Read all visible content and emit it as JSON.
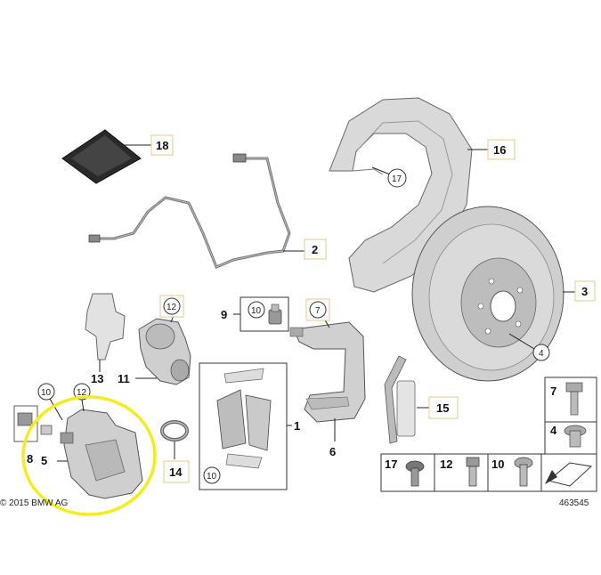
{
  "diagram": {
    "copyright": "© 2015 BMW AG",
    "image_number": "463545",
    "callouts": {
      "c18": "18",
      "c16": "16",
      "c17a": "17",
      "c2": "2",
      "c3": "3",
      "c4": "4",
      "c12a": "12",
      "c9": "9",
      "c10a": "10",
      "c7a": "7",
      "c13": "13",
      "c11": "11",
      "c15": "15",
      "c10b": "10",
      "c12b": "12",
      "c8": "8",
      "c5": "5",
      "c14": "14",
      "c1": "1",
      "c6": "6",
      "c10c": "10",
      "c7b": "7",
      "c4b": "4",
      "c17b": "17",
      "c12c": "12",
      "c10d": "10"
    },
    "highlight_color": "#f5ec1e"
  }
}
